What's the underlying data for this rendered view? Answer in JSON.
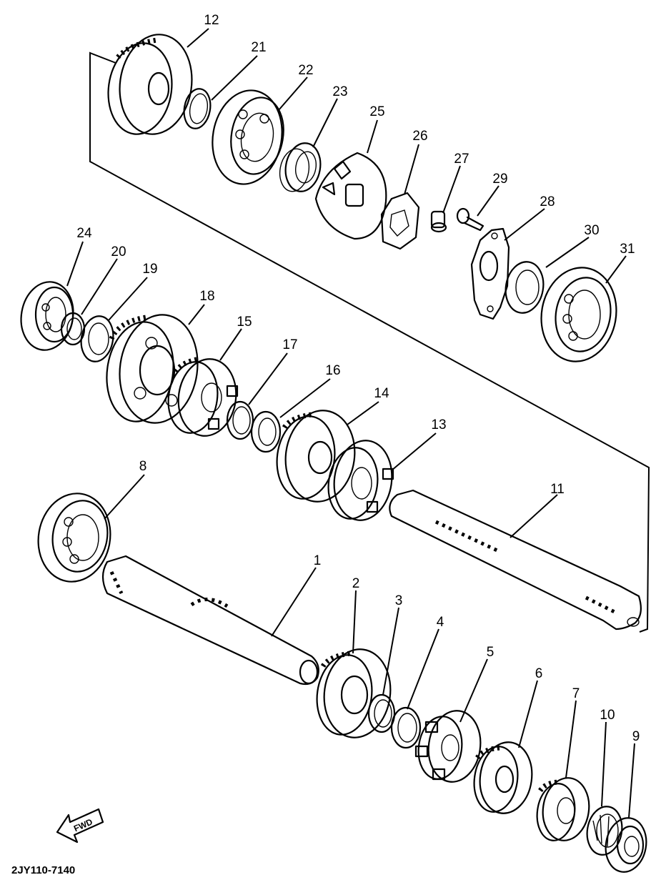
{
  "diagram_code": "2JY110-7140",
  "fwd_label": "FWD",
  "callouts": [
    "1",
    "2",
    "3",
    "4",
    "5",
    "6",
    "7",
    "8",
    "9",
    "10",
    "11",
    "12",
    "13",
    "14",
    "15",
    "16",
    "17",
    "18",
    "19",
    "20",
    "21",
    "22",
    "23",
    "24",
    "25",
    "26",
    "27",
    "28",
    "29",
    "30",
    "31"
  ]
}
